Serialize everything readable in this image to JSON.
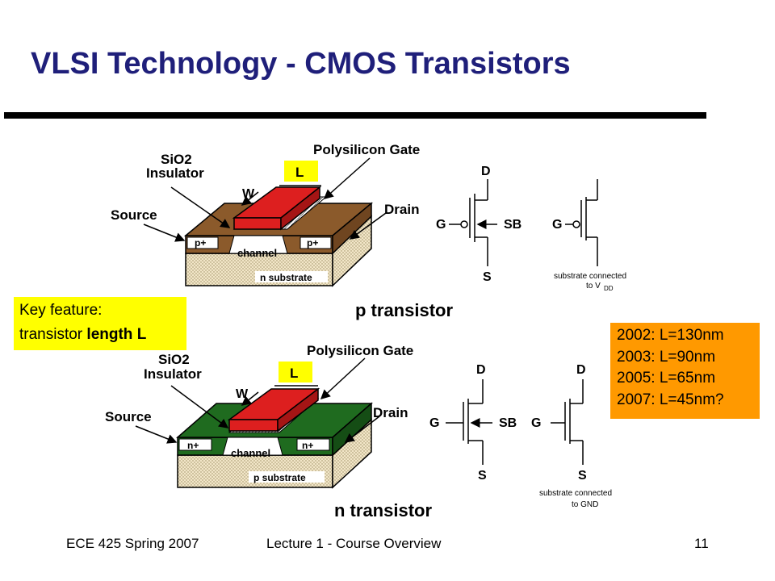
{
  "slide": {
    "title": "VLSI Technology - CMOS Transistors"
  },
  "p_transistor": {
    "label": "p transistor",
    "gate_label": "Polysilicon Gate",
    "insulator_label_1": "SiO2",
    "insulator_label_2": "Insulator",
    "length_label": "L",
    "width_label": "W",
    "source_label": "Source",
    "drain_label": "Drain",
    "diffusion_left": "p+",
    "diffusion_right": "p+",
    "channel_label": "channel",
    "substrate_label": "n substrate",
    "symbol": {
      "d": "D",
      "g": "G",
      "sb": "SB",
      "s": "S",
      "g2": "G"
    },
    "note_line_1": "substrate connected",
    "note_line_2": "to V",
    "note_sub": "DD"
  },
  "n_transistor": {
    "label": "n transistor",
    "gate_label": "Polysilicon Gate",
    "insulator_label_1": "SiO2",
    "insulator_label_2": "Insulator",
    "length_label": "L",
    "width_label": "W",
    "source_label": "Source",
    "drain_label": "Drain",
    "diffusion_left": "n+",
    "diffusion_right": "n+",
    "channel_label": "channel",
    "substrate_label": "p substrate",
    "symbol": {
      "d": "D",
      "g": "G",
      "sb": "SB",
      "s": "S",
      "d2": "D",
      "g2": "G",
      "s2": "S"
    },
    "note_line_1": "substrate connected",
    "note_line_2": "to GND"
  },
  "key_feature": {
    "line1": "Key feature:",
    "line2_prefix": "transistor ",
    "line2_bold": "length L"
  },
  "years": [
    "2002: L=130nm",
    "2003: L=90nm",
    "2005: L=65nm",
    "2007: L=45nm?"
  ],
  "footer": {
    "left": "ECE 425 Spring 2007",
    "center": "Lecture 1 - Course Overview",
    "page": "11"
  },
  "colors": {
    "title": "#1f1f7a",
    "p_well": "#8b5a2b",
    "n_well": "#1f6b1f",
    "gate": "#dd1f1f",
    "key_box": "#ffff00",
    "year_box": "#ff9900"
  }
}
